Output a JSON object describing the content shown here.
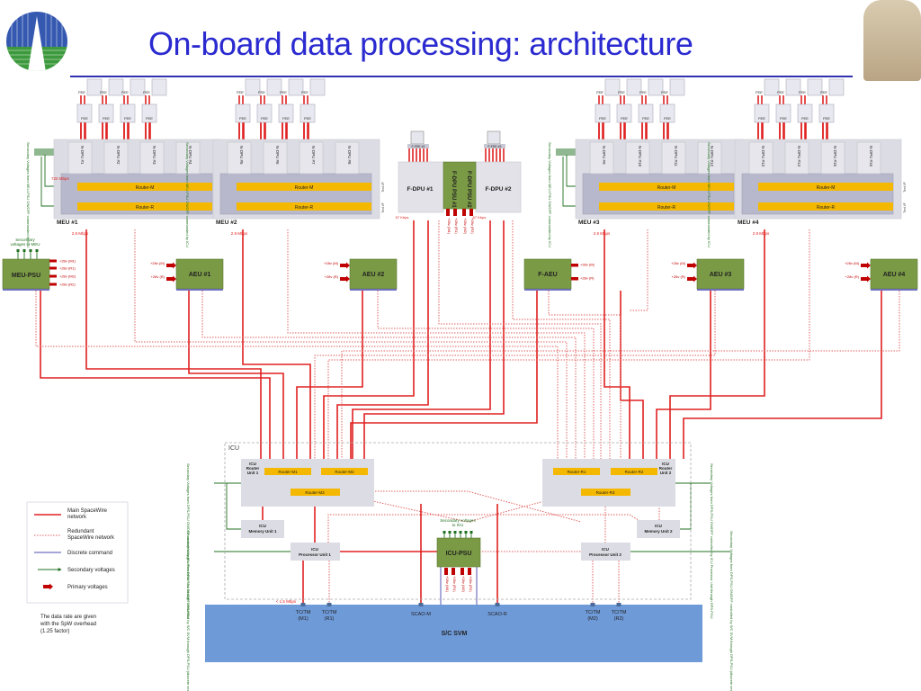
{
  "slide": {
    "title": "On-board data processing: architecture",
    "logo_icon": "euclid-logo-icon",
    "portrait_icon": "euclid-bust-icon"
  },
  "colors": {
    "main_spw": "#e02020",
    "redundant_spw": "#e06060",
    "discrete": "#7070c0",
    "secondary_v": "#207020",
    "primary_v": "#c00000",
    "psu_green": "#7a9a45",
    "router_yellow": "#f5b800",
    "svm_blue": "#6f9ad8",
    "box_gray": "#dcdce4"
  },
  "meus": [
    {
      "label": "MEU #1",
      "dpus": [
        "N-DPU #1",
        "N-DPU #2",
        "N-DPU #3",
        "N-DPU #4"
      ],
      "rate_top": "720 Mbps",
      "rate_bottom": "2.9 Mbps",
      "sv_label": "Secondary Voltages from MEU-PSU ON/OFF commanded by ICU"
    },
    {
      "label": "MEU #2",
      "dpus": [
        "N-DPU #5",
        "N-DPU #6",
        "N-DPU #7",
        "N-DPU #8"
      ],
      "rate_top": "",
      "rate_bottom": "2.9 Mbps",
      "sv_label": "Secondary Voltages from MEU-PSU ON/OFF commanded by ICU"
    },
    {
      "label": "MEU #3",
      "dpus": [
        "N-DPU #9",
        "N-DPU #10",
        "N-DPU #11",
        "N-DPU #12"
      ],
      "rate_top": "",
      "rate_bottom": "2.9 Mbps",
      "sv_label": "Secondary Voltages from MEU-PSU ON/OFF commanded by ICU"
    },
    {
      "label": "MEU #4",
      "dpus": [
        "N-DPU #13",
        "N-DPU #14",
        "N-DPU #15",
        "N-DPU #16"
      ],
      "rate_top": "",
      "rate_bottom": "2.9 Mbps",
      "sv_label": "Secondary Voltages from MEU-PSU ON/OFF commanded by ICU"
    }
  ],
  "meu_common": {
    "fee": "FEE",
    "router_m": "Router-M",
    "router_r": "Router-R",
    "test": "Test I/F"
  },
  "fdpu": {
    "fdpu1": "F-DPU #1",
    "fdpu2": "F-DPU #2",
    "psu1": "F-DPU PSU #1",
    "psu2": "F-DPU PSU #2",
    "fee1": "F-FEE #1",
    "fee2": "F-FEE #2",
    "rate1": "57 Kbps",
    "rate2": "57 Kbps",
    "pv": [
      "+28v (M1)",
      "+28v (R1)",
      "+28v (M2)",
      "+28v (R2)"
    ]
  },
  "psus": {
    "meu_psu": "MEU-PSU",
    "meu_psu_sv": "Secondary voltages to MEU",
    "meu_psu_pv": [
      "+28v (M1)",
      "+28v (R1)",
      "+28v (M2)",
      "+28v (R2)"
    ]
  },
  "aeus": [
    {
      "label": "AEU #1"
    },
    {
      "label": "AEU #2"
    },
    {
      "label": "F-AEU"
    },
    {
      "label": "AEU #3"
    },
    {
      "label": "AEU #4"
    }
  ],
  "aeu_pv": [
    "+28v (M)",
    "+28v (R)"
  ],
  "icu": {
    "label": "ICU",
    "router_unit1": "ICU Router Unit 1",
    "router_unit2": "ICU Router Unit 2",
    "rm1": "Router-M1",
    "rm2": "Router-M2",
    "rm3": "Router-M3",
    "rr1": "Router-R1",
    "rr2": "Router-R2",
    "rr3": "Router-R3",
    "mem1": "ICU Memory Unit 1",
    "mem2": "ICU Memory Unit 2",
    "proc1": "ICU Processor Unit 1",
    "proc2": "ICU Processor Unit 2",
    "psu": "ICU-PSU",
    "psu_sv": "Secondary voltages to ICU",
    "psu_pv": [
      "+28v (M1)",
      "+28v (R1)",
      "+28v (M2)",
      "+28v (R2)"
    ],
    "sv_left_router": "Secondary Voltages from DPS-PSU ON/OFF controlled by ICU Processor Unit through DPS-PSU",
    "sv_left_proc": "Secondary Voltages from DPS-PSU ON/OFF controlled by S/C SVM through DPS-PSU (discrete cmd)",
    "sv_right_router": "Secondary Voltages from DPS-PSU ON/OFF controlled by ICU Processor Unit through DPS-PSU",
    "sv_right_proc": "Secondary Voltages from DPS-PSU ON/OFF controlled by S/C SVM through DPS-PSU (discrete cmd)",
    "rate": "< 1.5 Mbps"
  },
  "svm": {
    "label": "S/C SVM",
    "ports": [
      "TC/TM (M1)",
      "TC/TM (R1)",
      "SCAO-M",
      "SCAO-R",
      "TC/TM (M2)",
      "TC/TM (R2)"
    ]
  },
  "legend": {
    "items": [
      "Main SpaceWire network",
      "Redundant SpaceWire network",
      "Discrete command",
      "Secondary voltages",
      "Primary voltages"
    ],
    "note": "The data rate are given with the SpW overhead (1.25 factor)"
  }
}
